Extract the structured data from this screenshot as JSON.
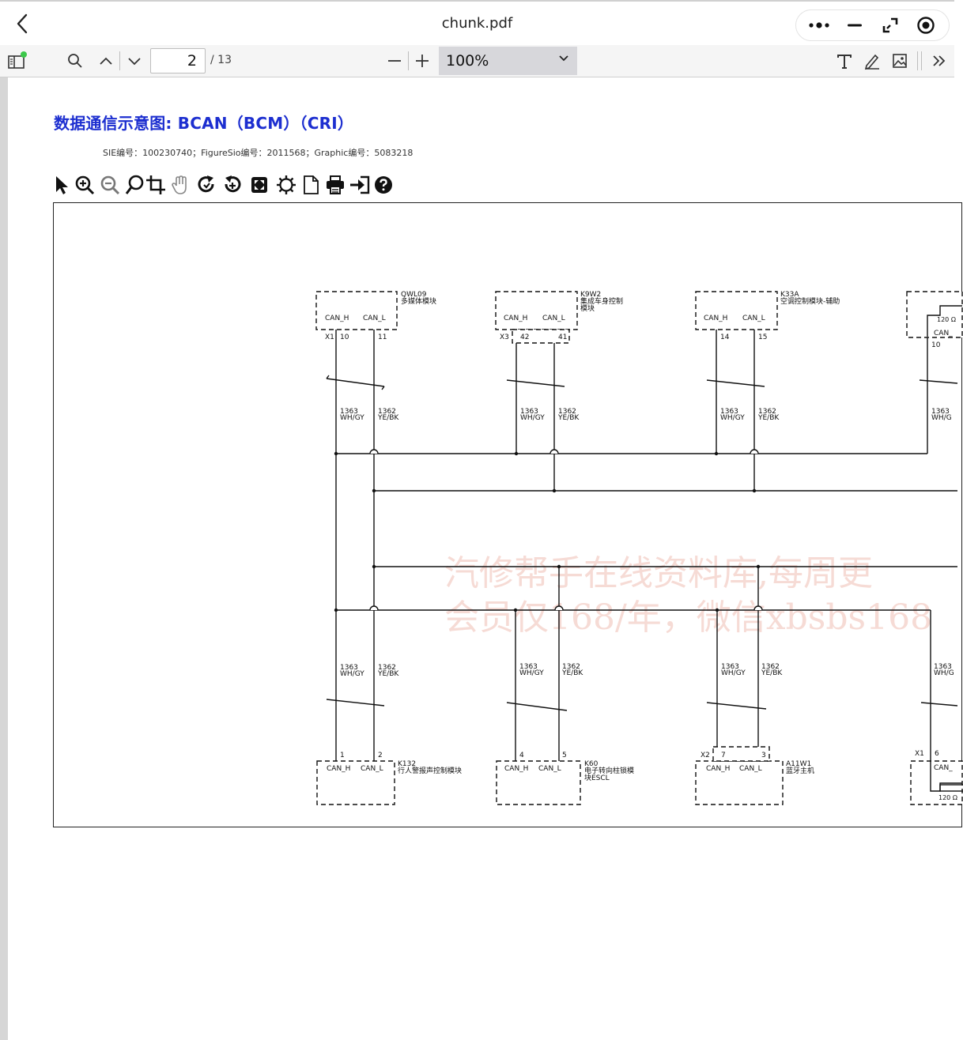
{
  "header": {
    "back_icon": "chevron-left-icon",
    "title": "chunk.pdf",
    "capsule": [
      "more-icon",
      "minimize-icon",
      "exit-fullscreen-icon",
      "record-icon"
    ]
  },
  "toolbar": {
    "page_current": "2",
    "page_total": "/ 13",
    "zoom": "100%"
  },
  "document": {
    "heading": "数据通信示意图: BCAN（BCM）（CRI）",
    "meta": "SIE编号：100230740；FigureSio编号：2011568；Graphic编号：5083218",
    "watermark_line1": "汽修帮手在线资料库,每周更",
    "watermark_line2": "会员仅168/年，微信xbsbs168"
  },
  "diagram": {
    "top_modules": [
      {
        "code": "QWL09",
        "name": "多媒体模块",
        "connector": "X1",
        "pin_h": "10",
        "pin_l": "11"
      },
      {
        "code": "K9W2",
        "name": "集成车身控制",
        "name2": "模块",
        "connector": "X3",
        "pin_h": "42",
        "pin_l": "41"
      },
      {
        "code": "K33A",
        "name": "空调控制模块-辅助",
        "connector": "",
        "pin_h": "14",
        "pin_l": "15"
      },
      {
        "code": "",
        "name": "",
        "connector": "",
        "pin_h": "10",
        "pin_l": "",
        "resistor": "120 Ω"
      }
    ],
    "bottom_modules": [
      {
        "code": "K132",
        "name": "行人警报声控制模块",
        "connector": "",
        "pin_h": "1",
        "pin_l": "2"
      },
      {
        "code": "K60",
        "name": "电子转向柱锁模",
        "name2": "块ESCL",
        "connector": "",
        "pin_h": "4",
        "pin_l": "5"
      },
      {
        "code": "A11W1",
        "name": "蓝牙主机",
        "connector": "X2",
        "pin_h": "7",
        "pin_l": "3"
      },
      {
        "code": "",
        "name": "",
        "connector": "X1",
        "pin_h": "6",
        "pin_l": "",
        "resistor": "120 Ω"
      }
    ],
    "can_h": "CAN_H",
    "can_l": "CAN_L",
    "can_h_short": "CAN_",
    "wire_h_num": "1363",
    "wire_h_color": "WH/GY",
    "wire_h_color_short": "WH/G",
    "wire_l_num": "1362",
    "wire_l_color": "YE/BK"
  }
}
